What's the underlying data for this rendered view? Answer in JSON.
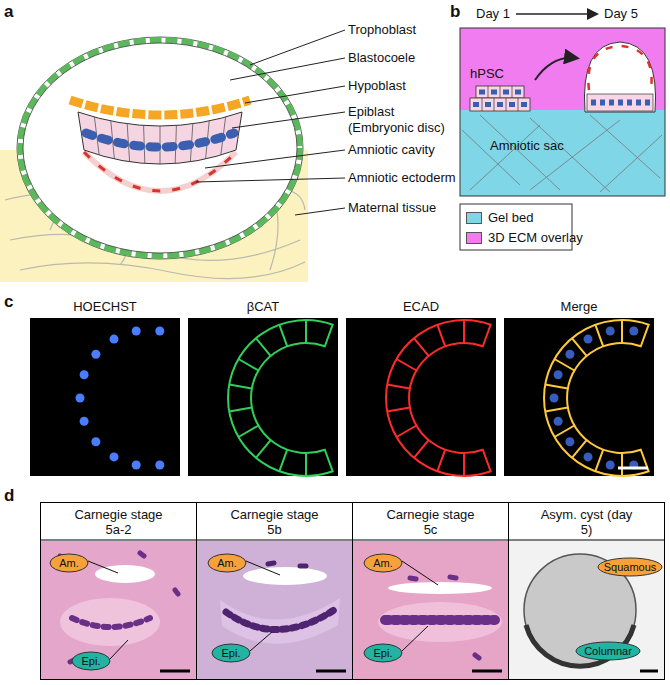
{
  "diagram": {
    "nodes": [
      {
        "text": [
          "HOECHST"
        ]
      },
      {
        "text": [
          "βCAT"
        ]
      },
      {
        "text": [
          "ECAD"
        ]
      },
      {
        "text": [
          "Merge"
        ]
      },
      {
        "text": [
          "Carnegie stage 5a-2"
        ]
      },
      {
        "text": [
          "Am."
        ],
        "in": 4
      },
      {
        "text": [
          "Epi."
        ],
        "in": 4
      },
      {
        "text": [
          "Carnegie stage 5b"
        ]
      },
      {
        "text": [
          "Am."
        ],
        "in": 7
      },
      {
        "text": [
          "Epi."
        ],
        "in": 7
      },
      {
        "text": [
          "Carnegie stage 5c"
        ]
      },
      {
        "text": [
          "Am."
        ],
        "in": 10
      },
      {
        "text": [
          "Epi."
        ],
        "in": 10
      },
      {
        "text": [
          "Asym. cyst (day 5)"
        ]
      },
      {
        "text": [
          "Squamous"
        ],
        "in": 13
      },
      {
        "text": [
          "Columnar"
        ],
        "in": 13
      }
    ],
    "labels": [
      "a",
      "Trophoblast",
      "Blastocoele",
      "Hypoblast",
      "Epiblast (Embryonic disc)",
      "Amniotic cavity",
      "Amniotic ectoderm",
      "Maternal tissue",
      "Amniotic sac",
      "b",
      "Day 1",
      "Day 5",
      "hPSC",
      "c",
      "d"
    ],
    "legend": [
      {
        "text": "Gel bed",
        "color": "#7fd6e6"
      },
      {
        "text": "3D ECM overlay",
        "color": "#f07cf0"
      }
    ]
  }
}
